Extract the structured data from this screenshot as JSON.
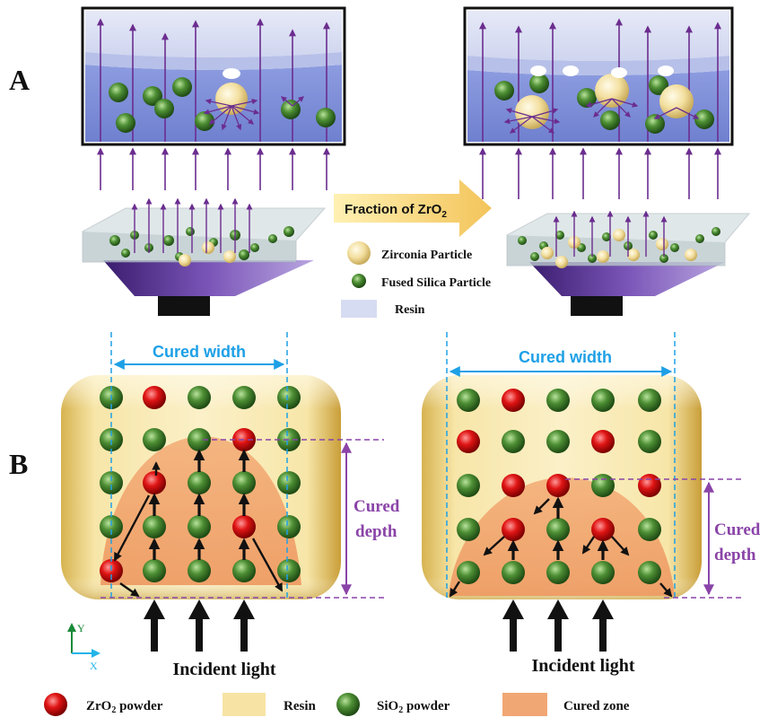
{
  "panel_a": {
    "label": "A",
    "arrow_text": "Fraction of ZrO",
    "arrow_sub": "2",
    "legend": [
      {
        "label": "Zirconia Particle",
        "icon": "zirconia-particle"
      },
      {
        "label": "Fused Silica Particle",
        "icon": "silica-particle"
      },
      {
        "label": "Resin",
        "icon": "resin-swatch"
      }
    ]
  },
  "panel_b": {
    "label": "B",
    "left": {
      "width_label": "Cured width",
      "depth_line1": "Cured",
      "depth_line2": "depth",
      "light_label": "Incident light"
    },
    "right": {
      "width_label": "Cured width",
      "depth_line1": "Cured",
      "depth_line2": "depth",
      "light_label": "Incident light"
    },
    "axes": {
      "y": "Y",
      "x": "X"
    },
    "legend": {
      "zro2_pre": "ZrO",
      "zro2_sub": "2",
      "zro2_post": " powder",
      "resin": "Resin",
      "sio2_pre": "SiO",
      "sio2_sub": "2",
      "sio2_post": " powder",
      "cured": "Cured zone"
    }
  },
  "colors": {
    "violet_arrow": "#6b2d8f",
    "resin_light": "#d9ddf1",
    "resin_blue": "#7f8fd8",
    "silica_green": "#3f7a2c",
    "zirconia_cream": "#f2dda0",
    "zro2_red": "#d01010",
    "cured_orange": "#f1a774",
    "resin_yellow": "#f7e4a4",
    "width_blue": "#1ea0e6",
    "depth_purple": "#8a44a8"
  }
}
